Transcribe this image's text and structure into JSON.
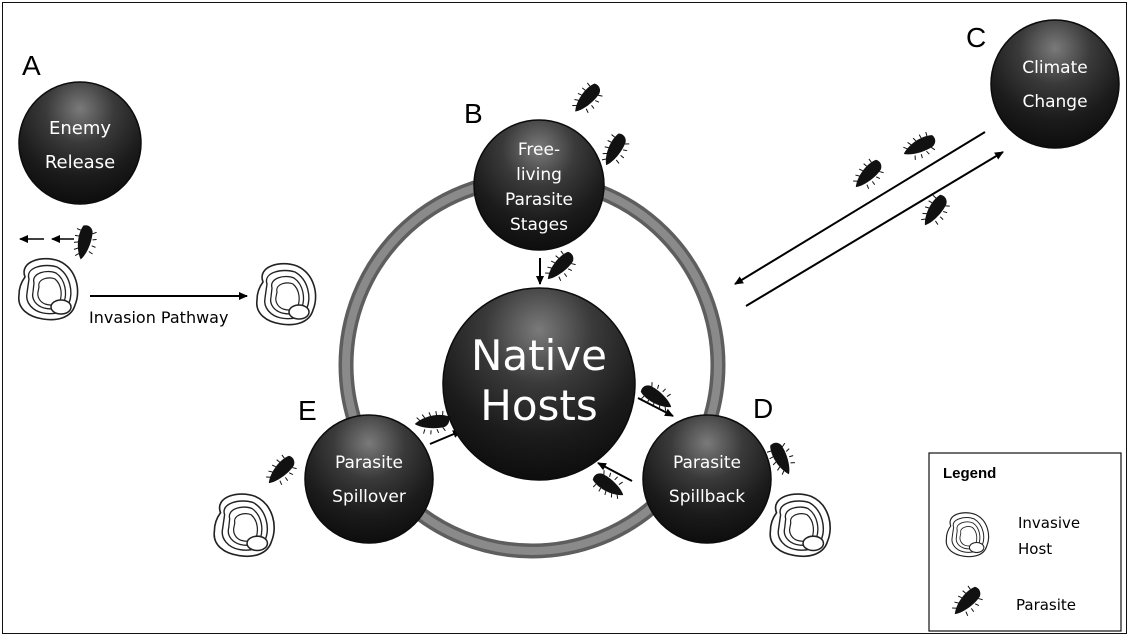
{
  "panel_letters": {
    "a": "A",
    "b": "B",
    "c": "C",
    "d": "D",
    "e": "E"
  },
  "nodes": {
    "enemy_release": [
      "Enemy",
      "Release"
    ],
    "free_living": [
      "Free-",
      "living",
      "Parasite",
      "Stages"
    ],
    "climate_change": [
      "Climate",
      "Change"
    ],
    "native_hosts": [
      "Native",
      "Hosts"
    ],
    "spillover": [
      "Parasite",
      "Spillover"
    ],
    "spillback": [
      "Parasite",
      "Spillback"
    ]
  },
  "invasion_pathway_label": "Invasion Pathway",
  "legend": {
    "title": "Legend",
    "invasive_host": [
      "Invasive",
      "Host"
    ],
    "parasite": "Parasite"
  },
  "colors": {
    "node_dark": "#1c1c1c",
    "node_light": "#6b6b6b",
    "ring": "#7d7d7d",
    "parasite": "#111111"
  }
}
